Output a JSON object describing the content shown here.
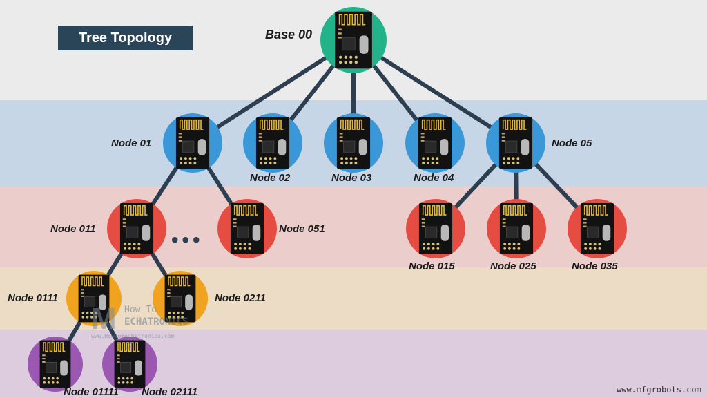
{
  "title": "Tree Topology",
  "colors": {
    "level_0": "#22b38b",
    "level_1": "#3a97d8",
    "level_2": "#e54d42",
    "level_3": "#f0a31f",
    "level_4": "#9b58b0",
    "link": "#2c3e50",
    "title_bg": "#2b4558"
  },
  "nodes": [
    {
      "id": "base-00",
      "label": "Base 00",
      "level": 0
    },
    {
      "id": "node-01",
      "label": "Node 01",
      "level": 1
    },
    {
      "id": "node-02",
      "label": "Node 02",
      "level": 1
    },
    {
      "id": "node-03",
      "label": "Node 03",
      "level": 1
    },
    {
      "id": "node-04",
      "label": "Node 04",
      "level": 1
    },
    {
      "id": "node-05",
      "label": "Node 05",
      "level": 1
    },
    {
      "id": "node-011",
      "label": "Node 011",
      "level": 2
    },
    {
      "id": "node-051",
      "label": "Node 051",
      "level": 2
    },
    {
      "id": "node-015",
      "label": "Node 015",
      "level": 2
    },
    {
      "id": "node-025",
      "label": "Node 025",
      "level": 2
    },
    {
      "id": "node-035",
      "label": "Node 035",
      "level": 2
    },
    {
      "id": "node-0111",
      "label": "Node 0111",
      "level": 3
    },
    {
      "id": "node-0211",
      "label": "Node 0211",
      "level": 3
    },
    {
      "id": "node-01111",
      "label": "Node 01111",
      "level": 4
    },
    {
      "id": "node-02111",
      "label": "Node 02111",
      "level": 4
    }
  ],
  "edges": [
    [
      "base-00",
      "node-01"
    ],
    [
      "base-00",
      "node-02"
    ],
    [
      "base-00",
      "node-03"
    ],
    [
      "base-00",
      "node-04"
    ],
    [
      "base-00",
      "node-05"
    ],
    [
      "node-01",
      "node-011"
    ],
    [
      "node-01",
      "node-051"
    ],
    [
      "node-05",
      "node-015"
    ],
    [
      "node-05",
      "node-025"
    ],
    [
      "node-05",
      "node-035"
    ],
    [
      "node-011",
      "node-0111"
    ],
    [
      "node-011",
      "node-0211"
    ],
    [
      "node-0111",
      "node-01111"
    ],
    [
      "node-0111",
      "node-02111"
    ]
  ],
  "ellipsis": "•••",
  "watermark": {
    "logo_letter": "M",
    "line1": "How To",
    "line2": "ECHATRONICS",
    "url": "www.HowToMechatronics.com"
  },
  "site_credit": "www.mfgrobots.com"
}
